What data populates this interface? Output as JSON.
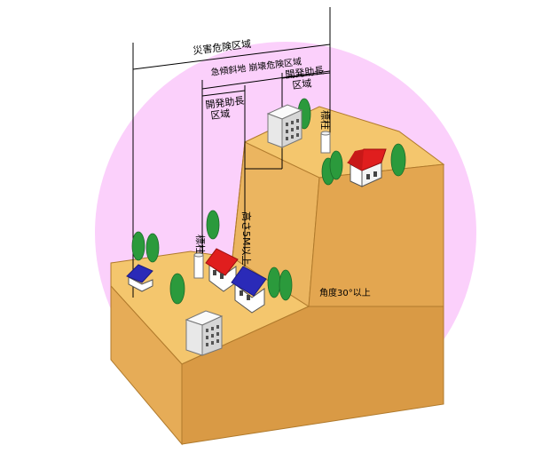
{
  "labels": {
    "disaster_zone": "災害危険区域",
    "steep_slope_zone": "急傾斜地 崩壊危険区域",
    "dev_promo_zone_left_1": "開発助長",
    "dev_promo_zone_left_2": "区域",
    "dev_promo_zone_right_1": "開発助長",
    "dev_promo_zone_right_2": "区域",
    "marker_post_left": "標柱",
    "marker_post_right": "標柱",
    "height": "高さ5M以上",
    "angle": "角度30°以上"
  },
  "colors": {
    "background_circle": "#fbd0fb",
    "ground_top": "#f4c66d",
    "ground_front": "#e6ac57",
    "ground_side": "#d4923f",
    "tree": "#2b9a3c",
    "roof_red": "#e01e1e",
    "roof_blue": "#2a2ab8",
    "house_wall": "#ffffff",
    "building": "#e8e8e8"
  }
}
